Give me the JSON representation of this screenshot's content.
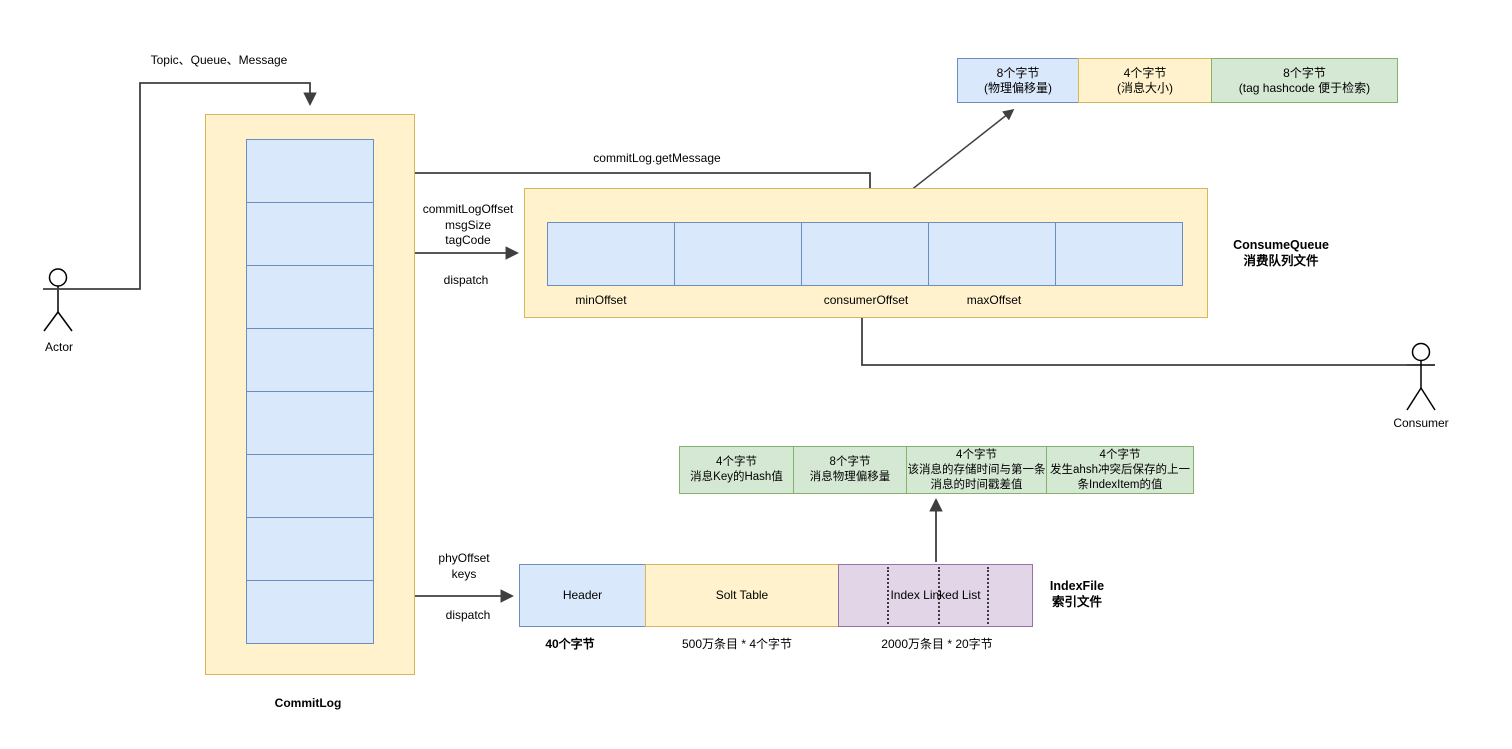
{
  "diagram": {
    "actor": {
      "label": "Actor"
    },
    "consumer": {
      "label": "Consumer"
    },
    "flow": {
      "topic_queue_message": "Topic、Queue、Message",
      "commitlog_getmessage": "commitLog.getMessage",
      "cq_dispatch_lines": [
        "commitLogOffset",
        "msgSize",
        "tagCode"
      ],
      "cq_dispatch": "dispatch",
      "index_dispatch_lines": [
        "phyOffset",
        "keys"
      ],
      "index_dispatch": "dispatch"
    },
    "commitlog": {
      "label": "CommitLog",
      "cell_count": 8
    },
    "consumequeue": {
      "title_line1": "ConsumeQueue",
      "title_line2": "消费队列文件",
      "cell_count": 5,
      "offset_labels": {
        "min": "minOffset",
        "consumer": "consumerOffset",
        "max": "maxOffset"
      }
    },
    "cq_record_cells": [
      {
        "line1": "8个字节",
        "line2": "(物理偏移量)",
        "color": "blue"
      },
      {
        "line1": "4个字节",
        "line2": "(消息大小)",
        "color": "yellow"
      },
      {
        "line1": "8个字节",
        "line2": "(tag hashcode 便于检索)",
        "color": "green"
      }
    ],
    "index_item_cells": [
      {
        "lines": [
          "4个字节",
          "消息Key的Hash值"
        ]
      },
      {
        "lines": [
          "8个字节",
          "消息物理偏移量"
        ]
      },
      {
        "lines": [
          "4个字节",
          "该消息的存储时间与第一条",
          "消息的时间戳差值"
        ]
      },
      {
        "lines": [
          "4个字节",
          "发生ahsh冲突后保存的上一",
          "条IndexItem的值"
        ]
      }
    ],
    "indexfile": {
      "title_line1": "IndexFile",
      "title_line2": "索引文件",
      "segments": [
        {
          "label": "Header",
          "size": "40个字节"
        },
        {
          "label": "Solt Table",
          "size": "500万条目 * 4个字节"
        },
        {
          "label": "Index Linked List",
          "size": "2000万条目 * 20字节"
        }
      ]
    },
    "colors": {
      "yellow_fill": "#FFF2CC",
      "yellow_stroke": "#D6B656",
      "blue_fill": "#DAE8FC",
      "blue_stroke": "#6C8EBF",
      "green_fill": "#D5E8D4",
      "green_stroke": "#82B366",
      "purple_fill": "#E1D5E7",
      "purple_stroke": "#9673A6",
      "connector": "#3f3f3f"
    }
  }
}
